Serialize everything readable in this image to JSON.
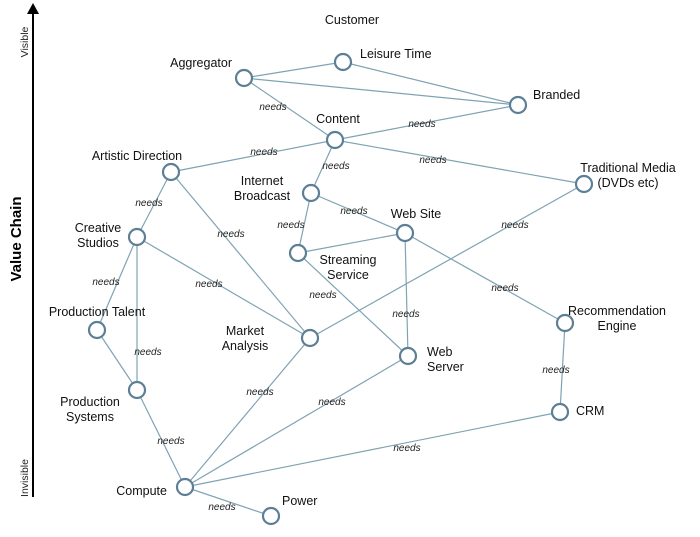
{
  "axis": {
    "title": "Value Chain",
    "top_label": "Visible",
    "bottom_label": "Invisible"
  },
  "edge_label": "needs",
  "nodes": [
    {
      "id": "customer",
      "lines": [
        "Customer"
      ]
    },
    {
      "id": "leisure_time",
      "lines": [
        "Leisure Time"
      ]
    },
    {
      "id": "aggregator",
      "lines": [
        "Aggregator"
      ]
    },
    {
      "id": "branded",
      "lines": [
        "Branded"
      ]
    },
    {
      "id": "content",
      "lines": [
        "Content"
      ]
    },
    {
      "id": "artistic_direction",
      "lines": [
        "Artistic Direction"
      ]
    },
    {
      "id": "traditional_media",
      "lines": [
        "Traditional Media",
        "(DVDs etc)"
      ]
    },
    {
      "id": "internet_broadcast",
      "lines": [
        "Internet",
        "Broadcast"
      ]
    },
    {
      "id": "web_site",
      "lines": [
        "Web Site"
      ]
    },
    {
      "id": "creative_studios",
      "lines": [
        "Creative",
        "Studios"
      ]
    },
    {
      "id": "streaming_service",
      "lines": [
        "Streaming",
        "Service"
      ]
    },
    {
      "id": "production_talent",
      "lines": [
        "Production Talent"
      ]
    },
    {
      "id": "recommendation_engine",
      "lines": [
        "Recommendation",
        "Engine"
      ]
    },
    {
      "id": "market_analysis",
      "lines": [
        "Market",
        "Analysis"
      ]
    },
    {
      "id": "web_server",
      "lines": [
        "Web",
        "Server"
      ]
    },
    {
      "id": "production_systems",
      "lines": [
        "Production",
        "Systems"
      ]
    },
    {
      "id": "crm",
      "lines": [
        "CRM"
      ]
    },
    {
      "id": "compute",
      "lines": [
        "Compute"
      ]
    },
    {
      "id": "power",
      "lines": [
        "Power"
      ]
    }
  ],
  "edges": [
    {
      "from": "leisure_time",
      "to": "aggregator",
      "label": ""
    },
    {
      "from": "leisure_time",
      "to": "branded",
      "label": ""
    },
    {
      "from": "aggregator",
      "to": "branded",
      "label": ""
    },
    {
      "from": "aggregator",
      "to": "content",
      "label": "needs"
    },
    {
      "from": "branded",
      "to": "content",
      "label": "needs"
    },
    {
      "from": "content",
      "to": "artistic_direction",
      "label": "needs"
    },
    {
      "from": "content",
      "to": "traditional_media",
      "label": "needs"
    },
    {
      "from": "content",
      "to": "internet_broadcast",
      "label": "needs"
    },
    {
      "from": "artistic_direction",
      "to": "creative_studios",
      "label": "needs"
    },
    {
      "from": "artistic_direction",
      "to": "market_analysis",
      "label": "needs"
    },
    {
      "from": "internet_broadcast",
      "to": "streaming_service",
      "label": "needs"
    },
    {
      "from": "internet_broadcast",
      "to": "web_site",
      "label": "needs"
    },
    {
      "from": "web_site",
      "to": "streaming_service",
      "label": ""
    },
    {
      "from": "web_site",
      "to": "web_server",
      "label": "needs"
    },
    {
      "from": "web_site",
      "to": "recommendation_engine",
      "label": "needs"
    },
    {
      "from": "streaming_service",
      "to": "web_server",
      "label": "needs"
    },
    {
      "from": "traditional_media",
      "to": "market_analysis",
      "label": "needs"
    },
    {
      "from": "creative_studios",
      "to": "production_talent",
      "label": "needs"
    },
    {
      "from": "creative_studios",
      "to": "production_systems",
      "label": "needs"
    },
    {
      "from": "creative_studios",
      "to": "market_analysis",
      "label": "needs"
    },
    {
      "from": "production_talent",
      "to": "production_systems",
      "label": ""
    },
    {
      "from": "recommendation_engine",
      "to": "crm",
      "label": "needs"
    },
    {
      "from": "production_systems",
      "to": "compute",
      "label": "needs"
    },
    {
      "from": "market_analysis",
      "to": "compute",
      "label": "needs"
    },
    {
      "from": "web_server",
      "to": "compute",
      "label": "needs"
    },
    {
      "from": "crm",
      "to": "compute",
      "label": "needs"
    },
    {
      "from": "compute",
      "to": "power",
      "label": "needs"
    }
  ]
}
